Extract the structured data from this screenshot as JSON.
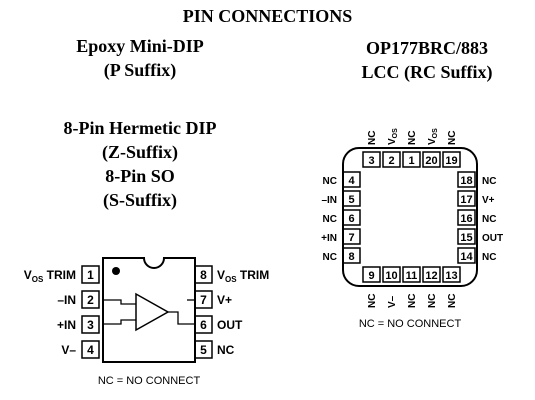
{
  "title": "PIN CONNECTIONS",
  "packages": {
    "epoxy_line1": "Epoxy Mini-DIP",
    "epoxy_line2": "(P Suffix)",
    "hermetic_line1": "8-Pin Hermetic DIP",
    "hermetic_line2": "(Z-Suffix)",
    "so_line1": "8-Pin SO",
    "so_line2": "(S-Suffix)",
    "lcc_line1": "OP177BRC/883",
    "lcc_line2": "LCC (RC Suffix)"
  },
  "dip": {
    "left_pins": [
      {
        "num": "1",
        "main": "V",
        "sub": "OS",
        "suffix": " TRIM"
      },
      {
        "num": "2",
        "main": "–IN",
        "sub": "",
        "suffix": ""
      },
      {
        "num": "3",
        "main": "+IN",
        "sub": "",
        "suffix": ""
      },
      {
        "num": "4",
        "main": "V–",
        "sub": "",
        "suffix": ""
      }
    ],
    "right_pins": [
      {
        "num": "8",
        "main": "V",
        "sub": "OS",
        "suffix": " TRIM"
      },
      {
        "num": "7",
        "main": "V+",
        "sub": "",
        "suffix": ""
      },
      {
        "num": "6",
        "main": "OUT",
        "sub": "",
        "suffix": ""
      },
      {
        "num": "5",
        "main": "NC",
        "sub": "",
        "suffix": ""
      }
    ],
    "note": "NC = NO CONNECT"
  },
  "lcc": {
    "top_pins": [
      {
        "num": "3",
        "main": "NC",
        "sub": ""
      },
      {
        "num": "2",
        "main": "V",
        "sub": "OS"
      },
      {
        "num": "1",
        "main": "NC",
        "sub": ""
      },
      {
        "num": "20",
        "main": "V",
        "sub": "OS"
      },
      {
        "num": "19",
        "main": "NC",
        "sub": ""
      }
    ],
    "left_pins": [
      {
        "num": "4",
        "label": "NC"
      },
      {
        "num": "5",
        "label": "–IN"
      },
      {
        "num": "6",
        "label": "NC"
      },
      {
        "num": "7",
        "label": "+IN"
      },
      {
        "num": "8",
        "label": "NC"
      }
    ],
    "right_pins": [
      {
        "num": "18",
        "label": "NC"
      },
      {
        "num": "17",
        "label": "V+"
      },
      {
        "num": "16",
        "label": "NC"
      },
      {
        "num": "15",
        "label": "OUT"
      },
      {
        "num": "14",
        "label": "NC"
      }
    ],
    "bottom_pins": [
      {
        "num": "9",
        "label": "NC"
      },
      {
        "num": "10",
        "label": "V–"
      },
      {
        "num": "11",
        "label": "NC"
      },
      {
        "num": "12",
        "label": "NC"
      },
      {
        "num": "13",
        "label": "NC"
      }
    ],
    "note": "NC = NO CONNECT"
  }
}
